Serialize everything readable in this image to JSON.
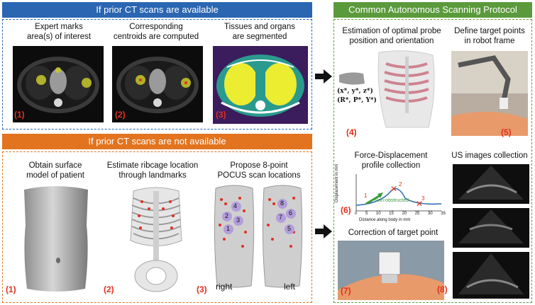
{
  "left": {
    "top_banner": "If prior CT scans are available",
    "top_panels": [
      {
        "caption": "Expert marks\narea(s) of interest",
        "num": "(1)"
      },
      {
        "caption": "Corresponding\ncentroids are computed",
        "num": "(2)"
      },
      {
        "caption": "Tissues and organs\nare segmented",
        "num": "(3)"
      }
    ],
    "bottom_banner": "If prior CT scans are not available",
    "bottom_panels": [
      {
        "caption": "Obtain surface\nmodel of patient",
        "num": "(1)"
      },
      {
        "caption": "Estimate ribcage location\nthrough landmarks",
        "num": "(2)"
      },
      {
        "caption": "Propose 8-point\nPOCUS scan locations",
        "num": "(3)"
      }
    ],
    "torso_labels": {
      "right": "right",
      "left": "left"
    },
    "points": [
      "1",
      "2",
      "3",
      "4",
      "5",
      "6",
      "7",
      "8"
    ]
  },
  "right": {
    "banner": "Common Autonomous Scanning Protocol",
    "panels": [
      {
        "caption": "Estimation of optimal probe\nposition and orientation",
        "num": "(4)"
      },
      {
        "caption": "Define target points\nin robot frame",
        "num": "(5)"
      },
      {
        "caption": "Force-Displacement\nprofile collection",
        "num": "(6)"
      },
      {
        "caption": "US images collection",
        "num": "(8)"
      },
      {
        "caption": "Correction of target point",
        "num": "(7)"
      }
    ],
    "pose_labels": {
      "xyz": "(x*, y*, z*)",
      "rpy": "(R*, P*, Y*)"
    },
    "fd_chart": {
      "ylabel": "Displacement in mm",
      "xlabel": "Distance along body in mm",
      "annotation": "Non-obstructed",
      "markers": [
        "1",
        "2",
        "3"
      ],
      "xticks": [
        "0",
        "5",
        "10",
        "15",
        "20",
        "25",
        "30",
        "35"
      ]
    }
  },
  "colors": {
    "blue_banner": "#2a66b1",
    "orange_banner": "#e2741f",
    "green_banner": "#5b9a3c",
    "blue_dash": "#2a66b1",
    "orange_dash": "#e2741f",
    "green_dash": "#5b9a3c",
    "red": "#e0301e"
  },
  "icons": [
    "right-arrow-icon",
    "right-arrow-icon"
  ]
}
